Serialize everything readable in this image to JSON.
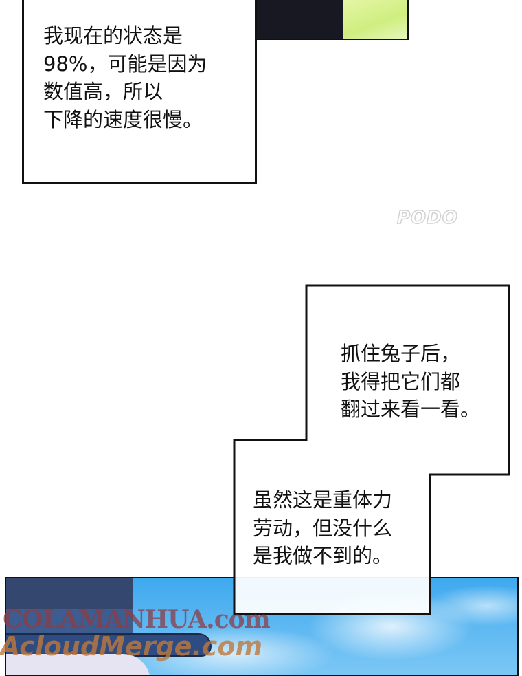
{
  "panels": {
    "top": {
      "caption_lines": [
        "我现在的状态是",
        "98%，可能是因为",
        "数值高，所以",
        "下降的速度很慢。"
      ]
    },
    "middle": {
      "caption_upper_lines": [
        "抓住兔子后，",
        "我得把它们都",
        "翻过来看一看。"
      ],
      "caption_lower_lines": [
        "虽然这是重体力",
        "劳动，但没什么",
        "是我做不到的。"
      ]
    }
  },
  "watermarks": {
    "podo": "PODO",
    "site1": "COLAMANHUA.com",
    "site2": "AcloudMerge.com"
  },
  "colors": {
    "sky": "#3fa9ee",
    "hat": "#33476f",
    "border": "#111111"
  }
}
